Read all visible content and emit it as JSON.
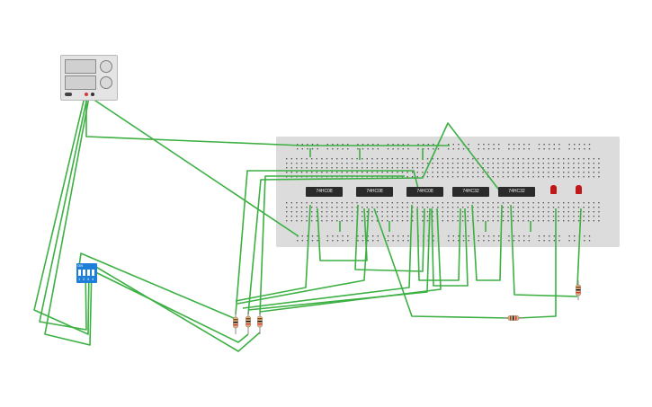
{
  "circuit": {
    "chips": [
      {
        "id": "u1",
        "label": "74HC08"
      },
      {
        "id": "u2",
        "label": "74HC08"
      },
      {
        "id": "u3",
        "label": "74HC08"
      },
      {
        "id": "u4",
        "label": "74HC32"
      },
      {
        "id": "u5",
        "label": "74HC32"
      }
    ],
    "dip_switch": {
      "label": "ON",
      "numbers": [
        "1",
        "2",
        "3",
        "4"
      ]
    },
    "leds": [
      "red",
      "red"
    ],
    "colors": {
      "wire": "#3cb043",
      "breadboard": "#dcdcdc",
      "chip": "#2b2b2b",
      "led": "#c01818",
      "dip": "#1e7fd8",
      "resistor": "#d9b48a"
    }
  }
}
